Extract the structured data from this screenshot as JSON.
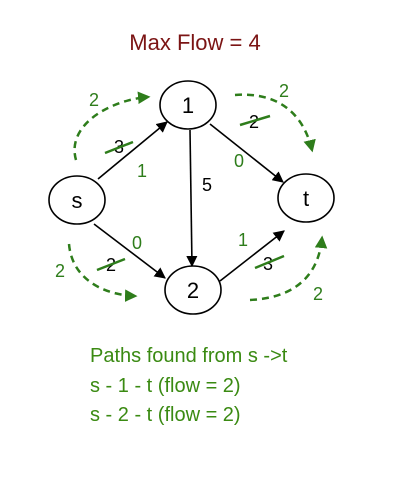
{
  "title": "Max Flow =  4",
  "colors": {
    "title": "#7b1414",
    "green": "#2e7d1b",
    "node_stroke": "#000000",
    "edge": "#000000",
    "text_green": "#3a8a12"
  },
  "nodes": {
    "s": "s",
    "one": "1",
    "two": "2",
    "t": "t"
  },
  "edges": {
    "s_1": {
      "capacity_old": "3",
      "flow": "1"
    },
    "s_2": {
      "capacity_old": "2",
      "flow": "0"
    },
    "one_2": {
      "capacity": "5"
    },
    "one_t": {
      "capacity_old": "2",
      "flow": "0"
    },
    "two_t": {
      "capacity_old": "3",
      "flow": "1"
    }
  },
  "flow_arrows": {
    "s_1": "2",
    "one_t": "2",
    "s_2": "2",
    "two_t": "2"
  },
  "paths": {
    "heading": "Paths found from s ->t",
    "lines": [
      "s - 1 - t (flow = 2)",
      "s - 2 - t (flow = 2)"
    ]
  }
}
